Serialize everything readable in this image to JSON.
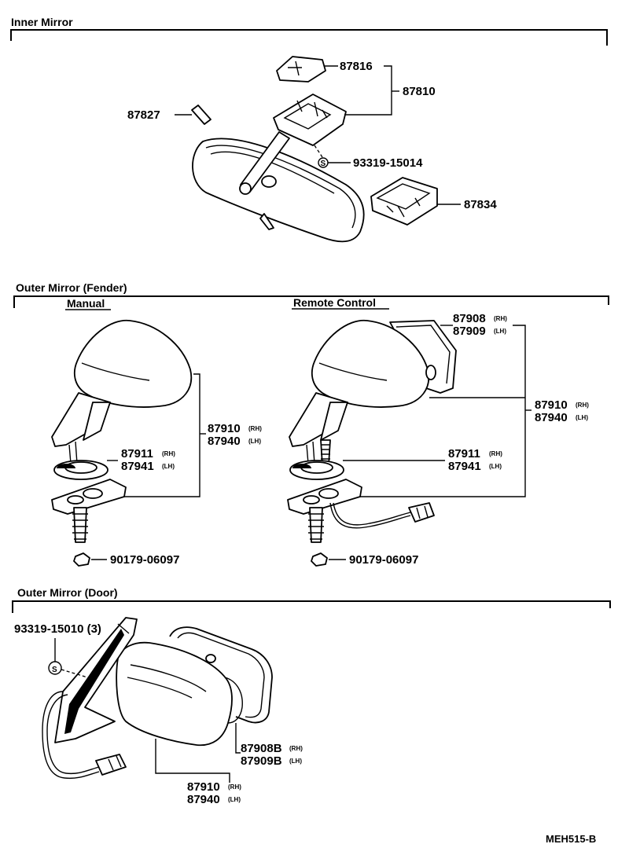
{
  "sections": {
    "inner": {
      "title": "Inner Mirror"
    },
    "fender": {
      "title": "Outer Mirror (Fender)",
      "manual": "Manual",
      "remote": "Remote Control"
    },
    "door": {
      "title": "Outer Mirror (Door)"
    }
  },
  "labels": {
    "p87816": "87816",
    "p87810": "87810",
    "p87827": "87827",
    "p93319_15014": "93319-15014",
    "p87834": "87834",
    "m_87910": "87910",
    "m_87940": "87940",
    "m_87911": "87911",
    "m_87941": "87941",
    "m_90179": "90179-06097",
    "r_87908": "87908",
    "r_87909": "87909",
    "r_87910": "87910",
    "r_87940": "87940",
    "r_87911": "87911",
    "r_87941": "87941",
    "r_90179": "90179-06097",
    "d_93319": "93319-15010 (3)",
    "d_87908": "87908B",
    "d_87909": "87909B",
    "d_87910": "87910",
    "d_87940": "87940",
    "rh": "(RH)",
    "lh": "(LH)",
    "clip_symbol": "S",
    "code": "MEH515-B"
  }
}
